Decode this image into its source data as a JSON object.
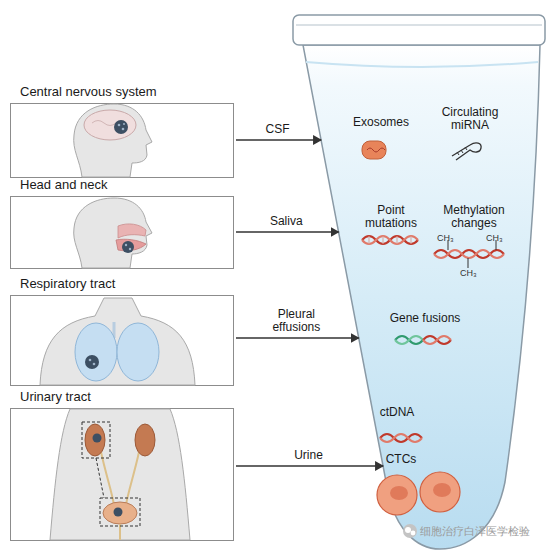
{
  "diagram": {
    "nodes": [
      {
        "text": [
          "Central nervous system"
        ]
      },
      {
        "text": [
          "Head and neck"
        ]
      },
      {
        "text": [
          "Respiratory tract"
        ]
      },
      {
        "text": [
          "Urinary tract"
        ]
      },
      {
        "text": [
          "Exosomes",
          "Circulating miRNA",
          "Point mutations",
          "Methylation changes",
          "Gene fusions",
          "ctDNA",
          "CTCs"
        ]
      }
    ],
    "edges": [
      {
        "from": 0,
        "to": 4,
        "label": "CSF",
        "arrow": "to"
      },
      {
        "from": 1,
        "to": 4,
        "label": "Saliva",
        "arrow": "to"
      },
      {
        "from": 2,
        "to": 4,
        "label": "Pleural effusions",
        "arrow": "to"
      },
      {
        "from": 3,
        "to": 4,
        "label": "Urine",
        "arrow": "to"
      }
    ],
    "labels": [
      "CH₃",
      "CH₃",
      "CH₃",
      "细胞治疗白泽医学检验"
    ]
  }
}
